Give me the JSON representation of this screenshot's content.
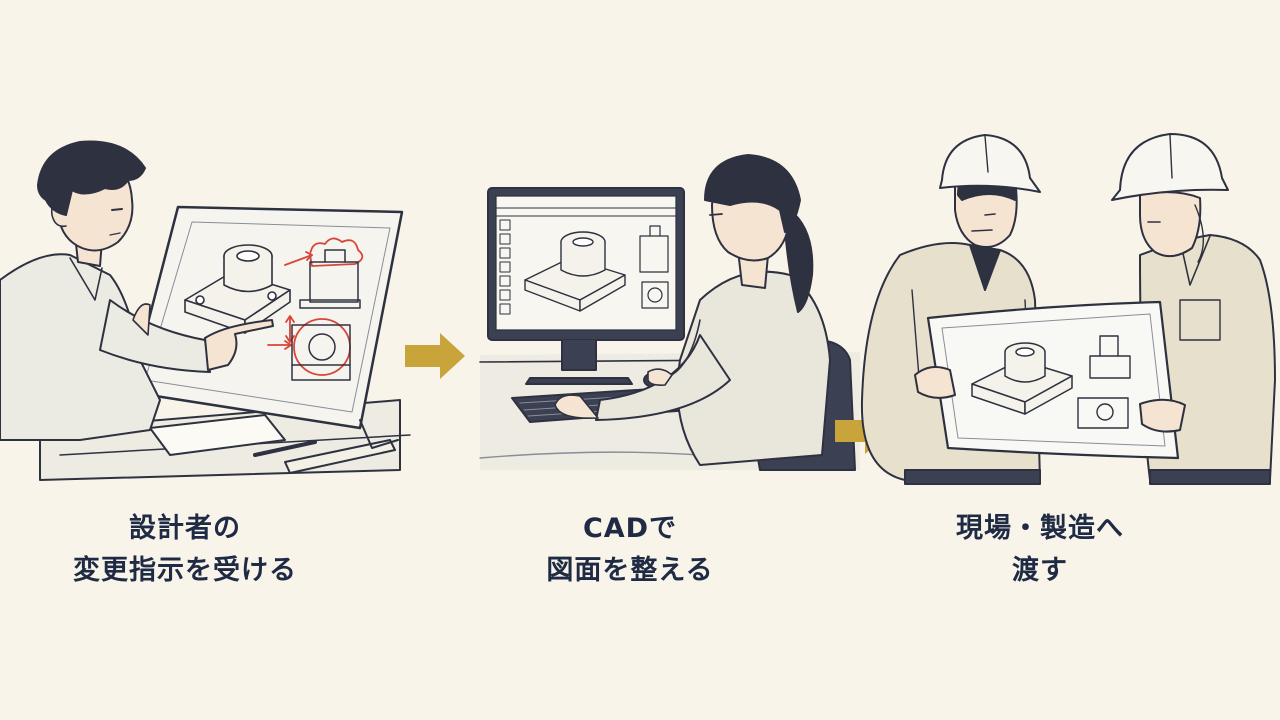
{
  "steps": [
    {
      "line1": "設計者の",
      "line2": "変更指示を受ける"
    },
    {
      "line1": "CADで",
      "line2": "図面を整える"
    },
    {
      "line1": "現場・製造へ",
      "line2": "渡す"
    }
  ],
  "colors": {
    "background": "#f8f4e9",
    "text": "#1f2a44",
    "arrow": "#c9a43a",
    "ink": "#2e3140",
    "markup_red": "#d9453b",
    "cloth_light": "#ecebe3",
    "cloth_beige": "#e7e0cc",
    "chair_navy": "#3b4052"
  },
  "icons": [
    "right-arrow-icon",
    "right-arrow-icon"
  ]
}
